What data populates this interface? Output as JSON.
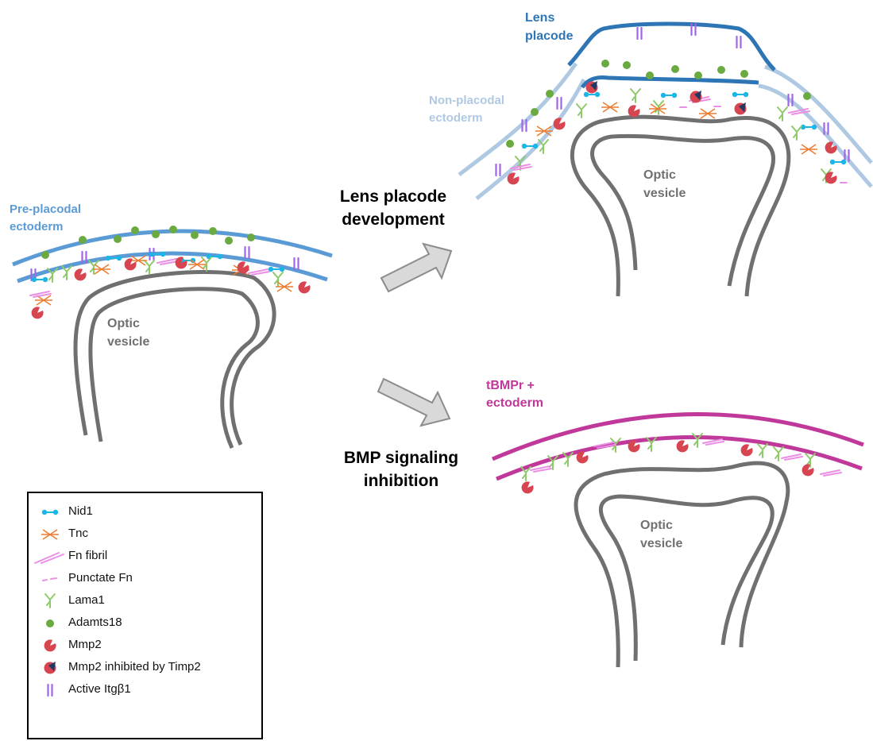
{
  "panels": {
    "pre_placodal": {
      "label_line1": "Pre-placodal",
      "label_line2": "ectoderm",
      "color": "#5b9bd5"
    },
    "lens": {
      "label_line1": "Lens",
      "label_line2": "placode",
      "color": "#2e75b6"
    },
    "non_placodal": {
      "label_line1": "Non-placodal",
      "label_line2": "ectoderm",
      "color": "#b0c9e3"
    },
    "tbmpr": {
      "label_line1": "tBMPr +",
      "label_line2": "ectoderm",
      "color": "#c0399a"
    },
    "optic_vesicle": {
      "label_line1": "Optic",
      "label_line2": "vesicle",
      "color": "#707070"
    }
  },
  "arrows": {
    "top": {
      "line1": "Lens placode",
      "line2": "development"
    },
    "bottom": {
      "line1": "BMP signaling",
      "line2": "inhibition"
    }
  },
  "legend": {
    "items": [
      {
        "icon": "nid1-icon",
        "label": "Nid1",
        "color": "#19b6e6"
      },
      {
        "icon": "tnc-icon",
        "label": "Tnc",
        "color": "#ec7c30"
      },
      {
        "icon": "fn-fibril-icon",
        "label": "Fn fibril",
        "color": "#ea8ee6"
      },
      {
        "icon": "punctate-fn-icon",
        "label": "Punctate Fn",
        "color": "#ea8ee6"
      },
      {
        "icon": "lama1-icon",
        "label": "Lama1",
        "color": "#8fca6a"
      },
      {
        "icon": "adamts18-icon",
        "label": "Adamts18",
        "color": "#6aaa40"
      },
      {
        "icon": "mmp2-icon",
        "label": "Mmp2",
        "color": "#d64550"
      },
      {
        "icon": "mmp2-timp2-icon",
        "label": "Mmp2 inhibited by Timp2",
        "color": "#1f3864"
      },
      {
        "icon": "itgb1-icon",
        "label": "Active Itgβ1",
        "color": "#a066e6"
      }
    ]
  }
}
